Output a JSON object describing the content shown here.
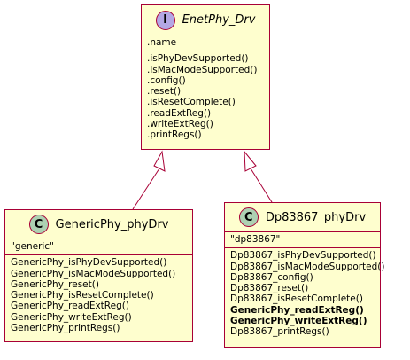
{
  "interface_class": {
    "stereotype": "I",
    "stereotype_color": "#b4a7e5",
    "name": "EnetPhy_Drv",
    "fields": [
      ".name"
    ],
    "methods": [
      ".isPhyDevSupported()",
      ".isMacModeSupported()",
      ".config()",
      ".reset()",
      ".isResetComplete()",
      ".readExtReg()",
      ".writeExtReg()",
      ".printRegs()"
    ]
  },
  "generic_class": {
    "stereotype": "C",
    "stereotype_color": "#add1b2",
    "name": "GenericPhy_phyDrv",
    "fields": [
      "\"generic\""
    ],
    "methods": [
      "GenericPhy_isPhyDevSupported()",
      "GenericPhy_isMacModeSupported()",
      "GenericPhy_reset()",
      "GenericPhy_isResetComplete()",
      "GenericPhy_readExtReg()",
      "GenericPhy_writeExtReg()",
      "GenericPhy_printRegs()"
    ]
  },
  "dp_class": {
    "stereotype": "C",
    "stereotype_color": "#add1b2",
    "name": "Dp83867_phyDrv",
    "fields": [
      "\"dp83867\""
    ],
    "methods": [
      "Dp83867_isPhyDevSupported()",
      "Dp83867_isMacModeSupported()",
      "Dp83867_config()",
      "Dp83867_reset()",
      "Dp83867_isResetComplete()",
      "GenericPhy_readExtReg()",
      "GenericPhy_writeExtReg()",
      "Dp83867_printRegs()"
    ],
    "bold_methods": [
      5,
      6
    ]
  },
  "colors": {
    "border": "#a80036",
    "fill": "#fefece"
  }
}
